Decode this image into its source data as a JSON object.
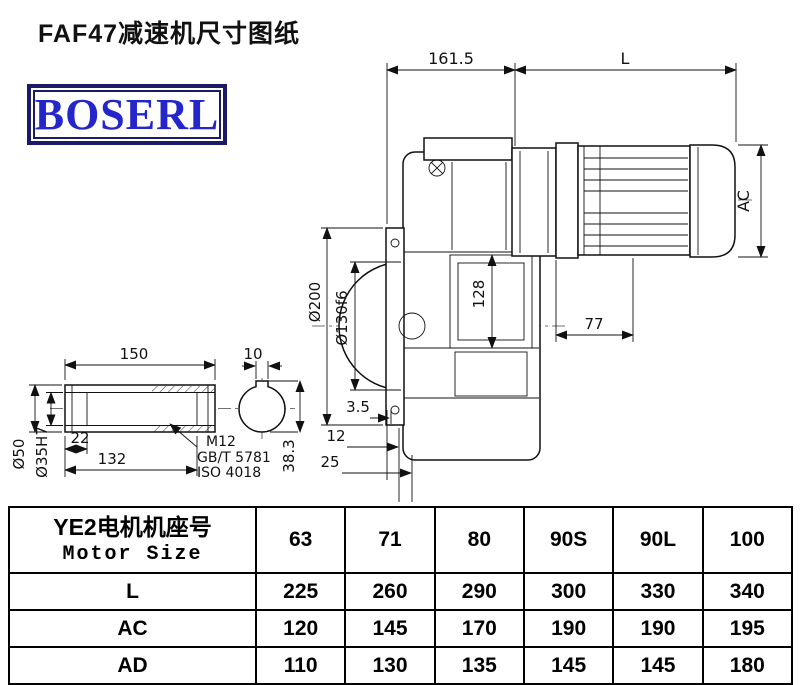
{
  "page": {
    "title": "FAF47减速机尺寸图纸"
  },
  "logo": {
    "text": "BOSERL"
  },
  "drawing": {
    "dims": {
      "gearbox_length": "161.5",
      "motor_length": "L",
      "motor_diameter": "AC",
      "flange_diameter": "Ø200",
      "spigot_diameter": "Ø130f6",
      "center_height": "128",
      "motor_flange_offset": "77",
      "flange_thickness": "3.5",
      "face_offset_12": "12",
      "face_offset_25": "25",
      "keyway_depth": "38.3",
      "shaft_length": "150",
      "keyway_width": "10",
      "shaft_outer_diameter": "Ø50",
      "bore_diameter": "Ø35H7",
      "bore_step": "22",
      "shaft_section_length": "132",
      "thread_callout": "M12",
      "standard_1": "GB/T 5781",
      "standard_2": "ISO 4018"
    }
  },
  "table": {
    "header": {
      "label_cn": "YE2电机机座号",
      "label_en": "Motor Size",
      "sizes": [
        "63",
        "71",
        "80",
        "90S",
        "90L",
        "100"
      ]
    },
    "rows": [
      {
        "label": "L",
        "values": [
          "225",
          "260",
          "290",
          "300",
          "330",
          "340"
        ]
      },
      {
        "label": "AC",
        "values": [
          "120",
          "145",
          "170",
          "190",
          "190",
          "195"
        ]
      },
      {
        "label": "AD",
        "values": [
          "110",
          "130",
          "135",
          "145",
          "145",
          "180"
        ]
      }
    ]
  }
}
